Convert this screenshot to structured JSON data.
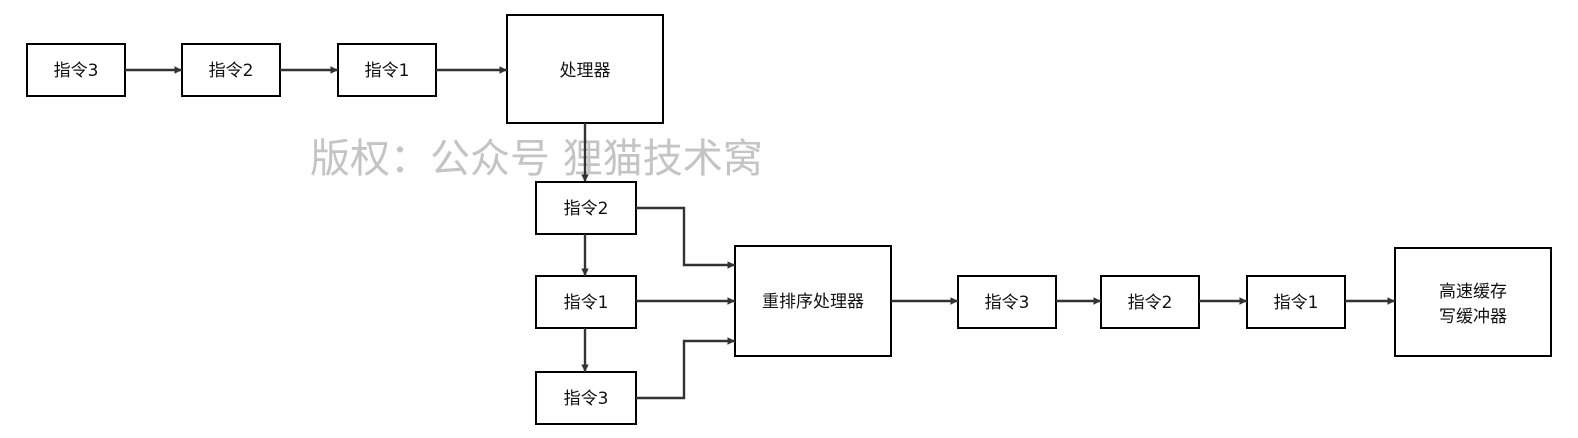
{
  "watermark": "版权：公众号 狸猫技术窝",
  "top_row": {
    "instr3": "指令3",
    "instr2": "指令2",
    "instr1": "指令1",
    "processor": "处理器"
  },
  "column": {
    "instr2": "指令2",
    "instr1": "指令1",
    "instr3": "指令3"
  },
  "reorder_processor": "重排序处理器",
  "bottom_row": {
    "instr3": "指令3",
    "instr2": "指令2",
    "instr1": "指令1"
  },
  "cache_buffer": {
    "line1": "高速缓存",
    "line2": "写缓冲器"
  },
  "colors": {
    "box_stroke": "#000000",
    "arrow": "#333333",
    "watermark": "#c4c4c4"
  }
}
